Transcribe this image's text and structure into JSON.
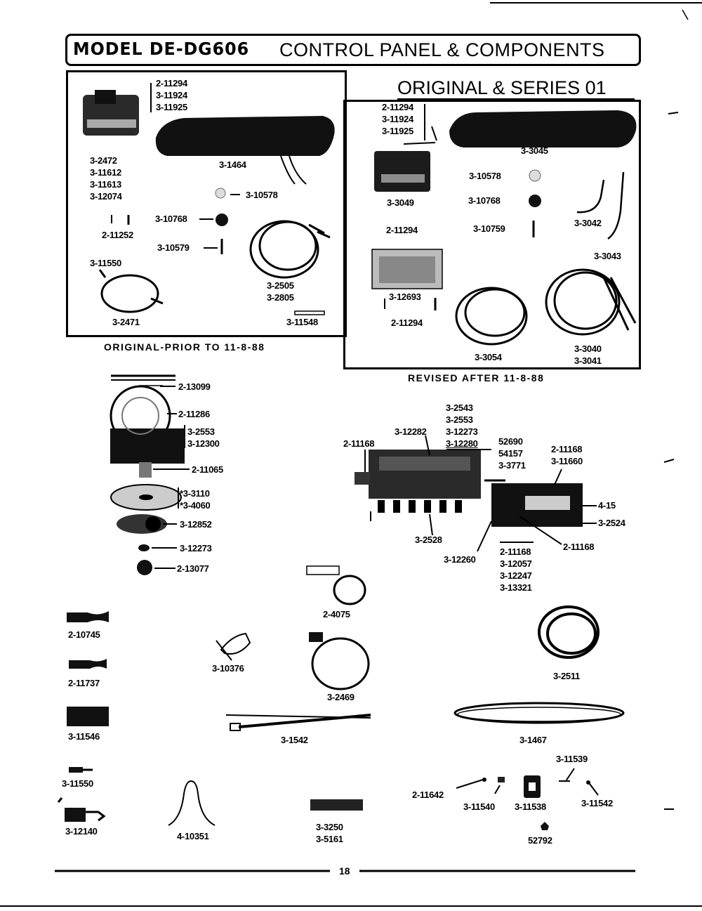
{
  "header": {
    "model": "MODEL DE-DG606",
    "title": "CONTROL PANEL & COMPONENTS",
    "series": "ORIGINAL & SERIES 01"
  },
  "left_box": {
    "caption": "ORIGINAL-PRIOR TO 11-8-88",
    "labels": {
      "switch_parts": [
        "2-11294",
        "3-11924",
        "3-11925"
      ],
      "timer": [
        "3-2472",
        "3-11612",
        "3-11613",
        "3-12074"
      ],
      "panel": "3-1464",
      "knob_cap": "3-10578",
      "knob": "3-10768",
      "screw": "3-10579",
      "bulb": "2-11252",
      "harness": [
        "3-2505",
        "3-2805"
      ],
      "cord": "3-11550",
      "cord2": "3-2471",
      "bracket": "3-11548"
    }
  },
  "right_box": {
    "caption": "REVISED AFTER 11-8-88",
    "labels": {
      "switch_parts": [
        "2-11294",
        "3-11924",
        "3-11925"
      ],
      "panel": "3-3045",
      "switch": "3-3049",
      "knob_cap": "3-10578",
      "knob": "3-10768",
      "screw": "3-10759",
      "tube1": "3-3042",
      "tube2": "3-3043",
      "board_screw_top": "2-11294",
      "board": "3-12693",
      "board_screw_bottom": "2-11294",
      "harness1": "3-3054",
      "harness2": [
        "3-3040",
        "3-3041"
      ]
    }
  },
  "timer_assembly": {
    "labels": {
      "shaft": "2-13099",
      "dial": "2-11286",
      "motor": [
        "3-2553",
        "3-12300"
      ],
      "spring": "2-11065",
      "disk": [
        "*3-3110",
        "*3-4060"
      ],
      "gear": "3-12852",
      "cam": "3-12273",
      "clip": "2-13077"
    }
  },
  "control_assembly": {
    "labels": {
      "top_stack": [
        "3-2543",
        "3-2553",
        "3-12273",
        "3-12280"
      ],
      "left_part": "3-12282",
      "left_screw": "2-11168",
      "mid_stack": [
        "52690",
        "54157",
        "3-3771"
      ],
      "right_stack": [
        "2-11168",
        "3-11660"
      ],
      "lamp": "4-15",
      "box": "3-2524",
      "bottom_left": "3-2528",
      "bottom_mid": "3-12260",
      "bottom_stack": [
        "2-11168",
        "3-12057",
        "3-12247",
        "3-13321"
      ],
      "bottom_right": "2-11168"
    }
  },
  "loose_parts": {
    "p1": "2-10745",
    "p2": "2-11737",
    "p3": "3-11546",
    "p4": "3-11550",
    "p5": "3-12140",
    "wire_tie": "3-10376",
    "cord_a": "2-4075",
    "cord_b": "3-2469",
    "cord_c": "3-2511",
    "strip": "3-1542",
    "band": "3-1467",
    "spring_clip": "4-10351",
    "terminal_block": [
      "3-3250",
      "3-5161"
    ],
    "hw1": "2-11642",
    "hw2": "3-11540",
    "hw3": "3-11538",
    "hw4": "3-11539",
    "hw5": "3-11542",
    "hw6": "52792"
  },
  "footer": {
    "page": "18"
  }
}
